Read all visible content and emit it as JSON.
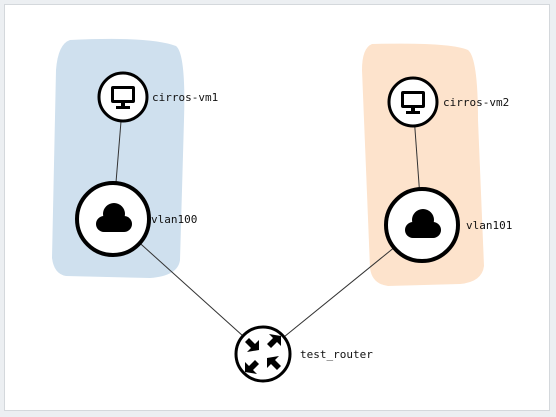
{
  "colors": {
    "group_left": "#cfe0ee",
    "group_right": "#fde3cc",
    "node_border": "#000000",
    "link": "#333333"
  },
  "topology": {
    "nodes": {
      "vm1": {
        "label": "cirros-vm1",
        "icon": "monitor-icon"
      },
      "vm2": {
        "label": "cirros-vm2",
        "icon": "monitor-icon"
      },
      "net100": {
        "label": "vlan100",
        "icon": "cloud-icon"
      },
      "net101": {
        "label": "vlan101",
        "icon": "cloud-icon"
      },
      "router": {
        "label": "test_router",
        "icon": "router-arrows-icon"
      }
    },
    "links": [
      [
        "vm1",
        "net100"
      ],
      [
        "vm2",
        "net101"
      ],
      [
        "net100",
        "router"
      ],
      [
        "net101",
        "router"
      ]
    ]
  }
}
